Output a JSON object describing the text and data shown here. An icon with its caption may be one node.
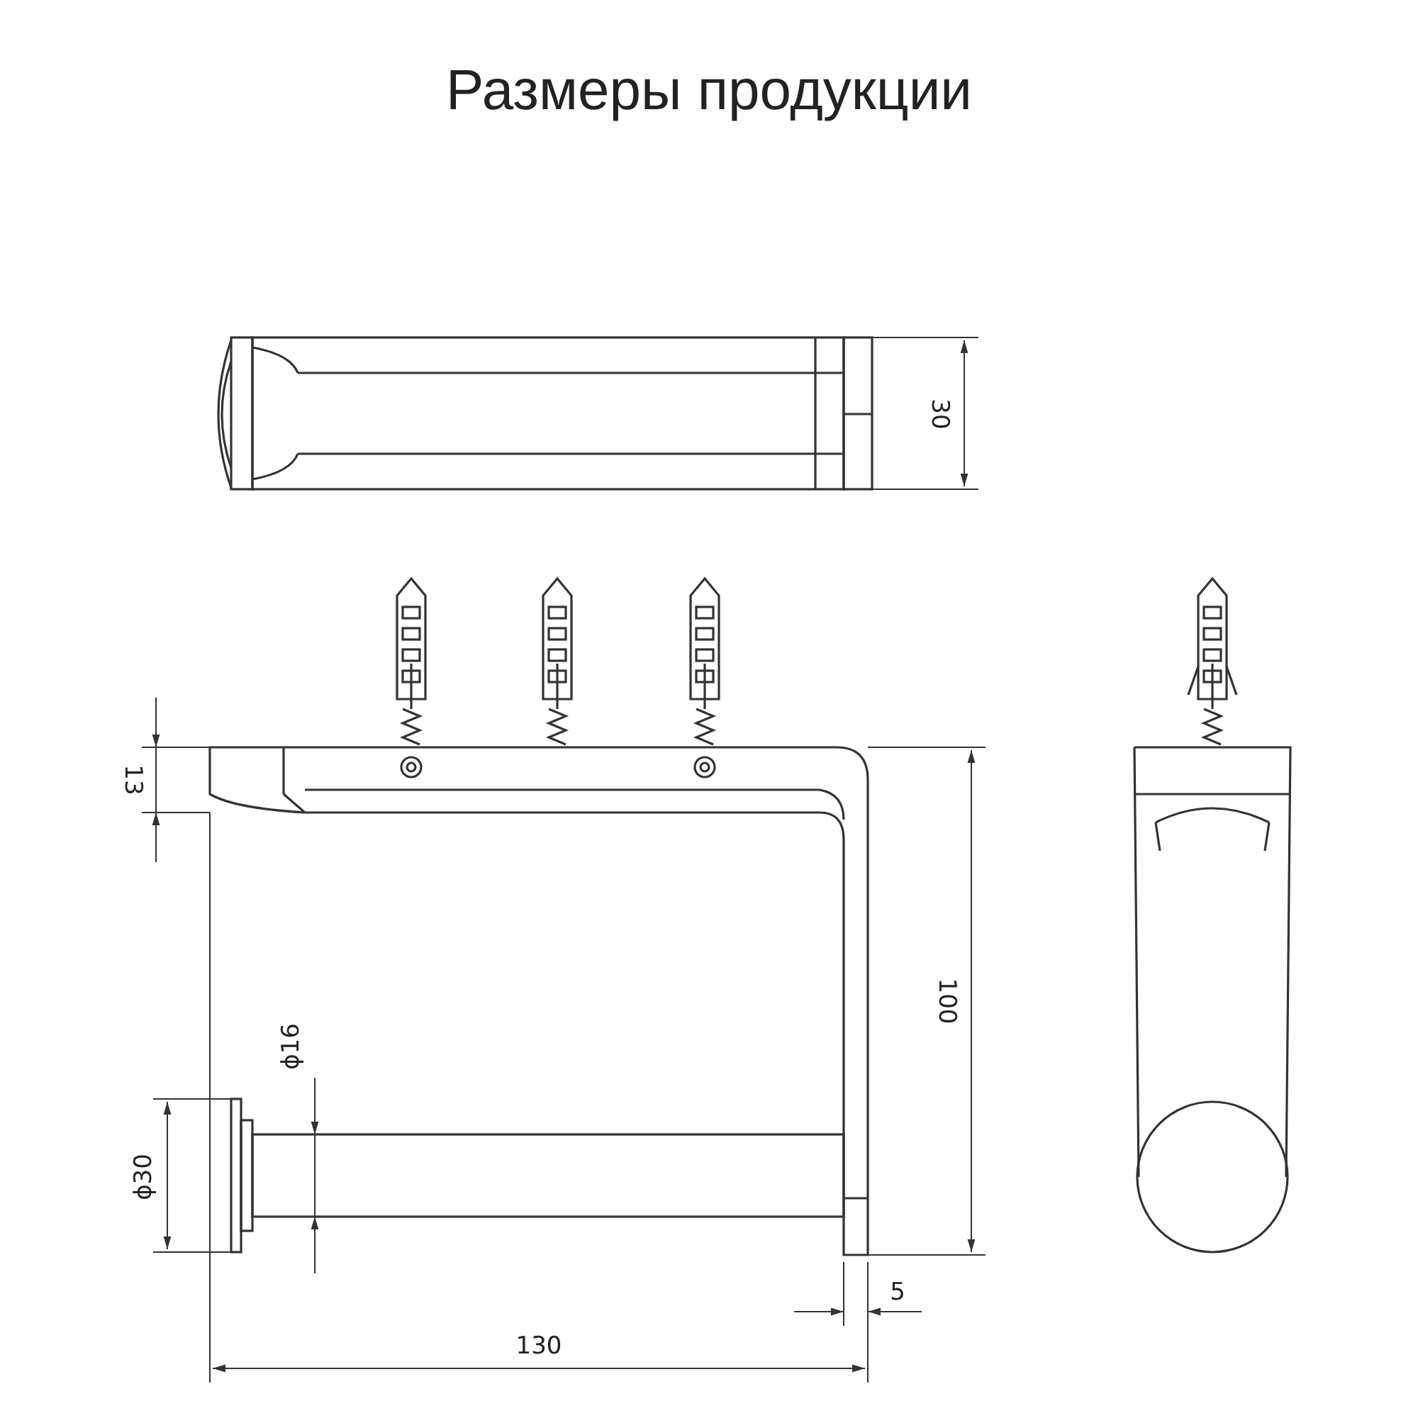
{
  "diagram": {
    "title": "Размеры продукции",
    "labels": [
      "30",
      "13",
      "100",
      "ϕ16",
      "ϕ30",
      "5",
      "130"
    ]
  }
}
